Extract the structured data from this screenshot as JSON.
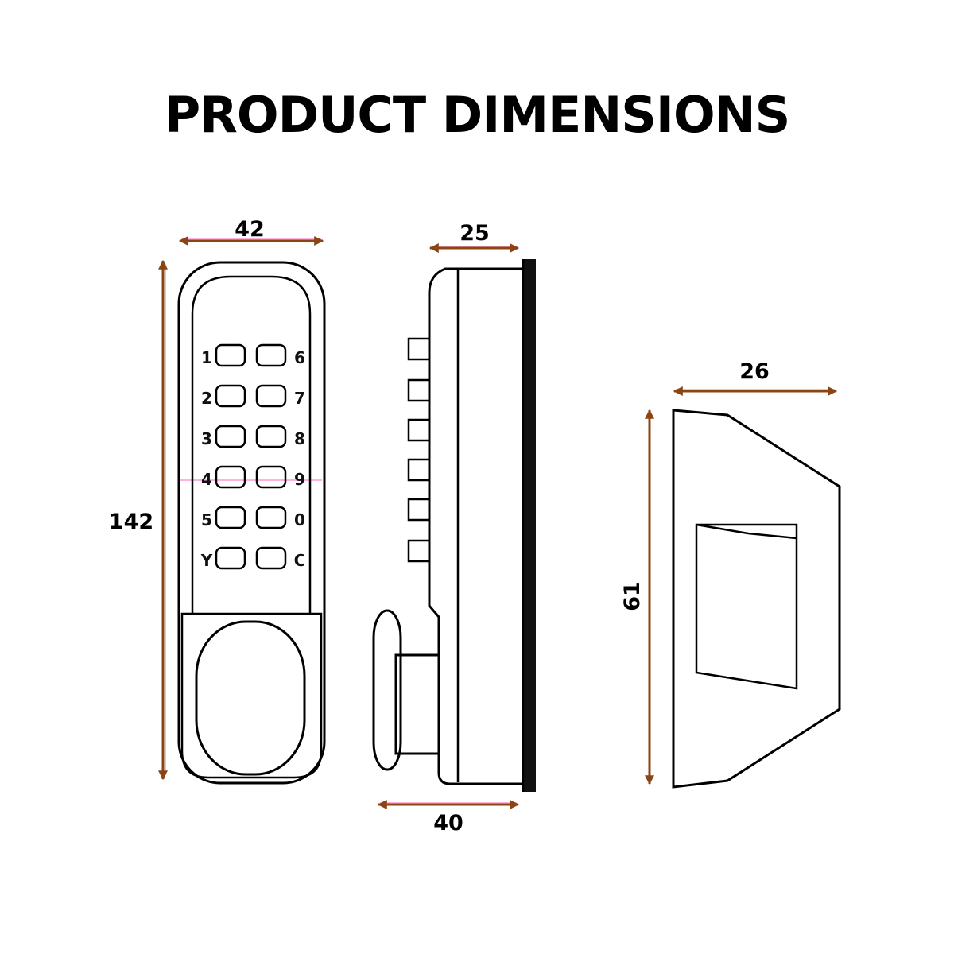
{
  "title": "PRODUCT DIMENSIONS",
  "dimensions": {
    "front_width": "42",
    "front_height": "142",
    "side_depth_top": "25",
    "side_depth_bottom": "40",
    "bracket_width": "26",
    "bracket_height": "61"
  },
  "keypad": {
    "left_labels": [
      "1",
      "2",
      "3",
      "4",
      "5",
      "Y"
    ],
    "right_labels": [
      "6",
      "7",
      "8",
      "9",
      "0",
      "C"
    ]
  },
  "colors": {
    "dimension_arrow": "#8b4513",
    "outline": "#000000",
    "guide_tint": "#ff9fd2"
  }
}
